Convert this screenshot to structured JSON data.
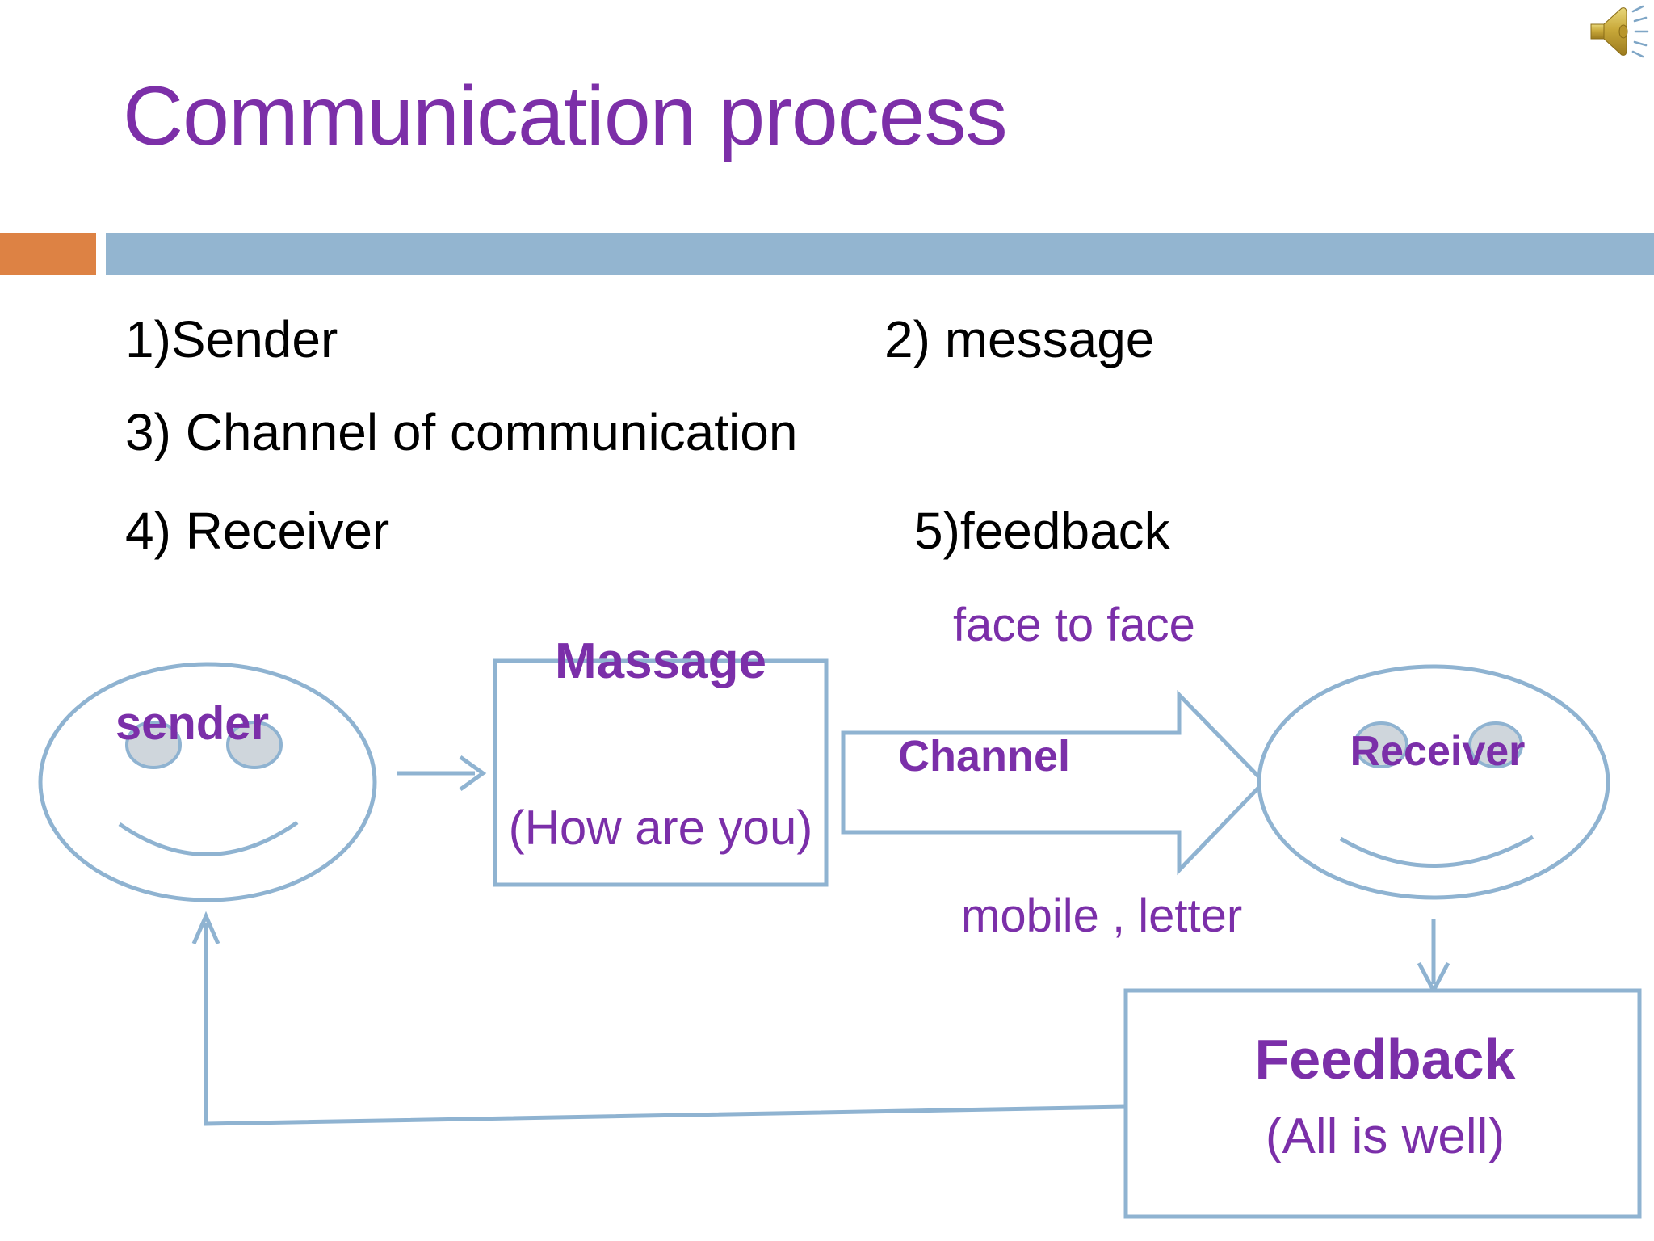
{
  "slide": {
    "title": "Communication process",
    "title_color": "#7C2FA8",
    "accent_orange": "#DD8244",
    "accent_blue": "#93B5D0",
    "body_purple": "#7B2FA9"
  },
  "audio": {
    "icon": "speaker-icon"
  },
  "bullets": [
    {
      "id": "bullet-1",
      "text": "1)Sender"
    },
    {
      "id": "bullet-2",
      "text": "2) message"
    },
    {
      "id": "bullet-3",
      "text": "3) Channel of communication"
    },
    {
      "id": "bullet-4",
      "text": "4) Receiver"
    },
    {
      "id": "bullet-5",
      "text": "5)feedback"
    }
  ],
  "diagram": {
    "sender": {
      "label": "sender",
      "shape": "smiley-oval"
    },
    "message": {
      "label": "Massage",
      "sublabel": "(How are you)",
      "shape": "rectangle"
    },
    "channel": {
      "label": "Channel",
      "shape": "block-arrow-right"
    },
    "receiver": {
      "label": "Receiver",
      "shape": "smiley-oval"
    },
    "feedback": {
      "label": "Feedback",
      "sublabel": "(All is well)",
      "shape": "rectangle"
    },
    "annotations": [
      {
        "id": "face-to-face",
        "text": "face to face"
      },
      {
        "id": "mobile-letter",
        "text": "mobile , letter"
      }
    ],
    "connectors": [
      {
        "id": "sender-to-message",
        "type": "arrow-right"
      },
      {
        "id": "receiver-to-feedback",
        "type": "arrow-down"
      },
      {
        "id": "feedback-to-sender",
        "type": "arrow-up-left-return"
      }
    ]
  }
}
